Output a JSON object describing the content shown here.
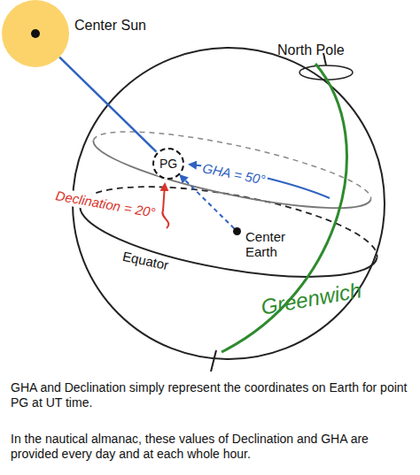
{
  "diagram": {
    "caption": "GHA and Declination simply represent the coordinates on Earth for point PG at UT time.",
    "nodes": [
      {
        "text": [
          "Center Sun"
        ]
      },
      {
        "text": [
          "PG"
        ]
      },
      {
        "text": [
          "Center Earth"
        ]
      }
    ],
    "edges": [
      {
        "from": 0,
        "to": 1,
        "arrow": "none"
      },
      {
        "from": 2,
        "to": 1,
        "arrow": "to"
      }
    ],
    "labels": [
      "North Pole",
      "GHA = 50°",
      "Declination = 20°",
      "Equator",
      "Greenwich",
      "In the nautical almanac, these values of Declination and GHA are provided every day and at each whole hour."
    ]
  }
}
